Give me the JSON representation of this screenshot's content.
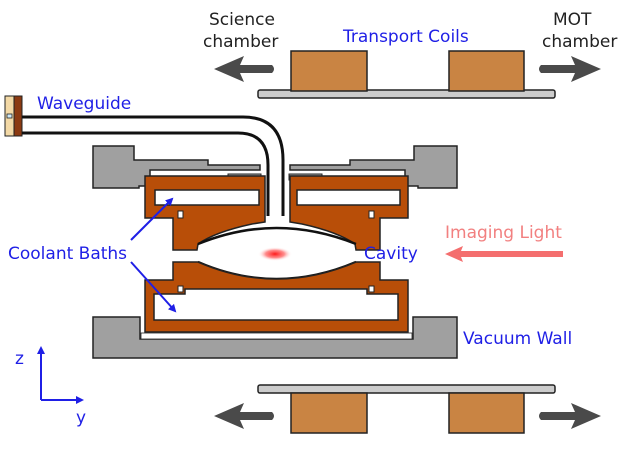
{
  "labels": {
    "science_chamber_line1": "Science",
    "science_chamber_line2": "chamber",
    "mot_chamber_line1": "MOT",
    "mot_chamber_line2": "chamber",
    "transport_coils": "Transport Coils",
    "waveguide": "Waveguide",
    "coolant_baths": "Coolant Baths",
    "cavity": "Cavity",
    "imaging_light": "Imaging  Light",
    "vacuum_wall": "Vacuum Wall",
    "axis_z": "z",
    "axis_y": "y"
  },
  "colors": {
    "label_blue": "#1f1fe6",
    "label_dark": "#222222",
    "imaging_light": "#f28080",
    "coil": "#c98443",
    "copper": "#b84e08",
    "vacuum_gray": "#a0a0a0",
    "rail_gray": "#cccccc",
    "arrow_gray": "#4a4a4a",
    "atom_cloud": "#ff2020"
  }
}
